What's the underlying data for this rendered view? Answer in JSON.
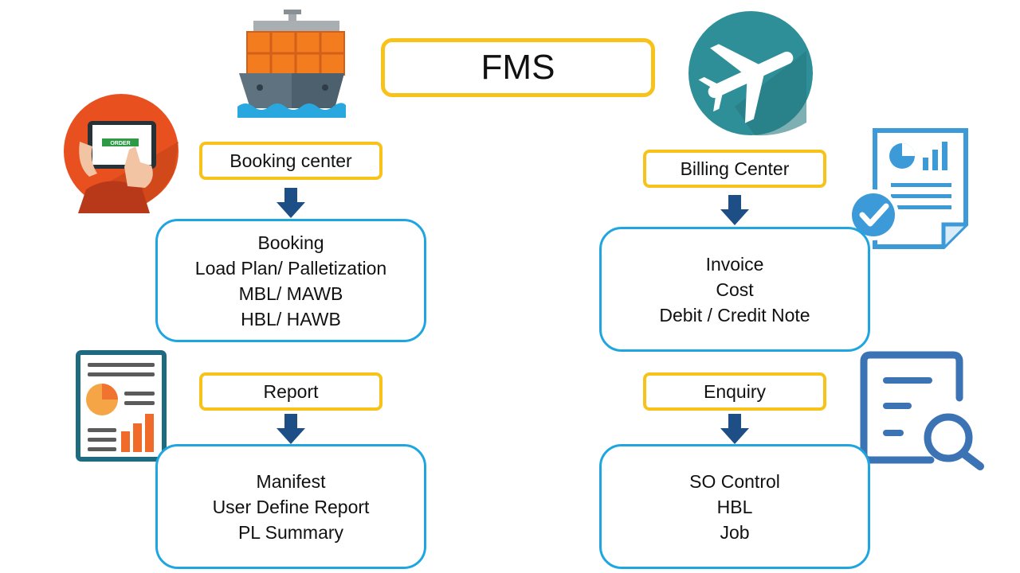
{
  "title": "FMS",
  "left_column": {
    "booking": {
      "label": "Booking center",
      "items": [
        "Booking",
        "Load Plan/ Palletization",
        "MBL/ MAWB",
        "HBL/ HAWB"
      ]
    },
    "report": {
      "label": "Report",
      "items": [
        "Manifest",
        "User Define Report",
        "PL Summary"
      ]
    }
  },
  "right_column": {
    "billing": {
      "label": "Billing Center",
      "items": [
        "Invoice",
        "Cost",
        "Debit / Credit Note"
      ]
    },
    "enquiry": {
      "label": "Enquiry",
      "items": [
        "SO Control",
        "HBL",
        "Job"
      ]
    }
  },
  "illustrations": {
    "order_button_text": "ORDER",
    "icons": [
      "cargo-ship-icon",
      "airplane-icon",
      "tablet-order-icon",
      "invoice-check-icon",
      "report-chart-icon",
      "document-search-icon"
    ]
  },
  "colors": {
    "label_border": "#f7c21a",
    "content_border": "#1fa6e0",
    "arrow": "#1e4e86"
  }
}
